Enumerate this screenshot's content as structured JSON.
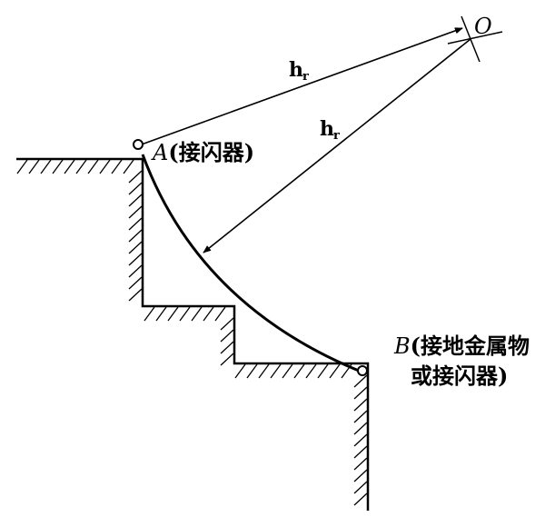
{
  "labels": {
    "point_o": "O",
    "radius_top": "h",
    "radius_top_sub": "r",
    "radius_diag": "h",
    "radius_diag_sub": "r",
    "point_a_letter": "A",
    "point_a_text": "(接闪器)",
    "point_b_letter": "B",
    "point_b_text_line1": "(接地金属物",
    "point_b_text_line2": "或接闪器)"
  },
  "colors": {
    "ink": "#000000",
    "paper": "#ffffff"
  }
}
